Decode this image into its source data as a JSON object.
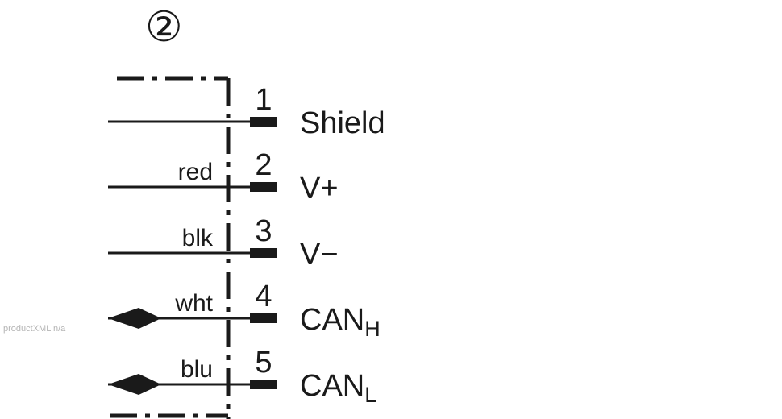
{
  "diagram": {
    "marker": "②",
    "watermark": "productXML n/a",
    "pins": [
      {
        "number": "1",
        "wire_color": "",
        "signal": "Shield",
        "signal_sub": "",
        "bidirectional": false
      },
      {
        "number": "2",
        "wire_color": "red",
        "signal": "V+",
        "signal_sub": "",
        "bidirectional": false
      },
      {
        "number": "3",
        "wire_color": "blk",
        "signal": "V−",
        "signal_sub": "",
        "bidirectional": false
      },
      {
        "number": "4",
        "wire_color": "wht",
        "signal": "CAN",
        "signal_sub": "H",
        "bidirectional": true
      },
      {
        "number": "5",
        "wire_color": "blu",
        "signal": "CAN",
        "signal_sub": "L",
        "bidirectional": true
      }
    ],
    "colors": {
      "line": "#1a1a1a",
      "watermark": "#b4b4b4"
    }
  }
}
